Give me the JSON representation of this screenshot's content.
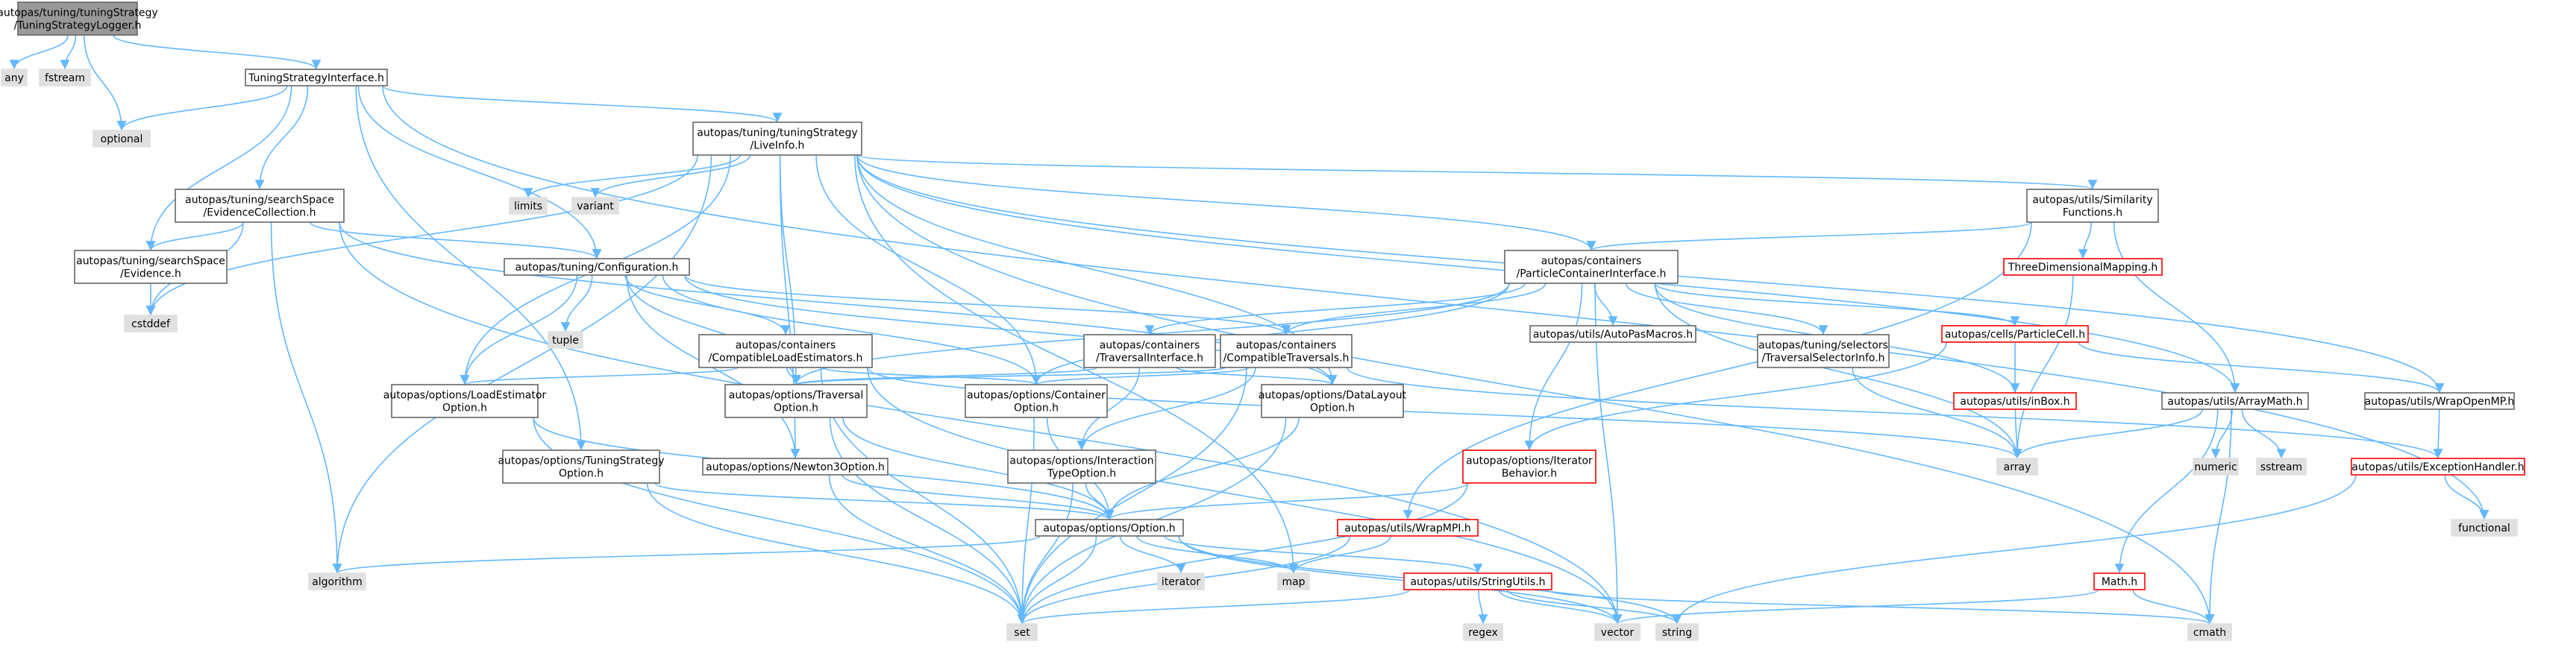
{
  "graph": {
    "title": "",
    "style": {
      "edge_color": "#63b8ff",
      "focus_fill": "#999999",
      "focus_stroke": "#666666",
      "file_fill": "#ffffff",
      "file_stroke": "#666666",
      "truncated_stroke": "#ff0000",
      "external_fill": "#e0e0e0",
      "external_stroke": "#e0e0e0"
    },
    "nodes": [
      {
        "id": "logger",
        "lines": [
          "autopas/tuning/tuningStrategy",
          "/TuningStrategyLogger.h"
        ],
        "kind": "focus"
      },
      {
        "id": "any",
        "lines": [
          "any"
        ],
        "kind": "external"
      },
      {
        "id": "fstream",
        "lines": [
          "fstream"
        ],
        "kind": "external"
      },
      {
        "id": "tsi",
        "lines": [
          "TuningStrategyInterface.h"
        ],
        "kind": "file"
      },
      {
        "id": "optional",
        "lines": [
          "optional"
        ],
        "kind": "external"
      },
      {
        "id": "liveinfo",
        "lines": [
          "autopas/tuning/tuningStrategy",
          "/LiveInfo.h"
        ],
        "kind": "file"
      },
      {
        "id": "evcoll",
        "lines": [
          "autopas/tuning/searchSpace",
          "/EvidenceCollection.h"
        ],
        "kind": "file"
      },
      {
        "id": "limits",
        "lines": [
          "limits"
        ],
        "kind": "external"
      },
      {
        "id": "variant",
        "lines": [
          "variant"
        ],
        "kind": "external"
      },
      {
        "id": "simfun",
        "lines": [
          "autopas/utils/Similarity",
          "Functions.h"
        ],
        "kind": "file"
      },
      {
        "id": "evidence",
        "lines": [
          "autopas/tuning/searchSpace",
          "/Evidence.h"
        ],
        "kind": "file"
      },
      {
        "id": "config",
        "lines": [
          "autopas/tuning/Configuration.h"
        ],
        "kind": "file"
      },
      {
        "id": "pci",
        "lines": [
          "autopas/containers",
          "/ParticleContainerInterface.h"
        ],
        "kind": "file"
      },
      {
        "id": "tdm",
        "lines": [
          "ThreeDimensionalMapping.h"
        ],
        "kind": "truncated"
      },
      {
        "id": "cstddef",
        "lines": [
          "cstddef"
        ],
        "kind": "external"
      },
      {
        "id": "tuple",
        "lines": [
          "tuple"
        ],
        "kind": "external"
      },
      {
        "id": "cle",
        "lines": [
          "autopas/containers",
          "/CompatibleLoadEstimators.h"
        ],
        "kind": "file"
      },
      {
        "id": "ti",
        "lines": [
          "autopas/containers",
          "/TraversalInterface.h"
        ],
        "kind": "file"
      },
      {
        "id": "ct",
        "lines": [
          "autopas/containers",
          "/CompatibleTraversals.h"
        ],
        "kind": "file"
      },
      {
        "id": "apm",
        "lines": [
          "autopas/utils/AutoPasMacros.h"
        ],
        "kind": "file"
      },
      {
        "id": "tsinfo",
        "lines": [
          "autopas/tuning/selectors",
          "/TraversalSelectorInfo.h"
        ],
        "kind": "file"
      },
      {
        "id": "pcell",
        "lines": [
          "autopas/cells/ParticleCell.h"
        ],
        "kind": "truncated"
      },
      {
        "id": "leo",
        "lines": [
          "autopas/options/LoadEstimator",
          "Option.h"
        ],
        "kind": "file"
      },
      {
        "id": "travopt",
        "lines": [
          "autopas/options/Traversal",
          "Option.h"
        ],
        "kind": "file"
      },
      {
        "id": "contopt",
        "lines": [
          "autopas/options/Container",
          "Option.h"
        ],
        "kind": "file"
      },
      {
        "id": "dlo",
        "lines": [
          "autopas/options/DataLayout",
          "Option.h"
        ],
        "kind": "file"
      },
      {
        "id": "inbox",
        "lines": [
          "autopas/utils/inBox.h"
        ],
        "kind": "truncated"
      },
      {
        "id": "arraymath",
        "lines": [
          "autopas/utils/ArrayMath.h"
        ],
        "kind": "file"
      },
      {
        "id": "wrapomp",
        "lines": [
          "autopas/utils/WrapOpenMP.h"
        ],
        "kind": "file"
      },
      {
        "id": "tso",
        "lines": [
          "autopas/options/TuningStrategy",
          "Option.h"
        ],
        "kind": "file"
      },
      {
        "id": "n3o",
        "lines": [
          "autopas/options/Newton3Option.h"
        ],
        "kind": "file"
      },
      {
        "id": "ito",
        "lines": [
          "autopas/options/Interaction",
          "TypeOption.h"
        ],
        "kind": "file"
      },
      {
        "id": "itb",
        "lines": [
          "autopas/options/Iterator",
          "Behavior.h"
        ],
        "kind": "truncated"
      },
      {
        "id": "array",
        "lines": [
          "array"
        ],
        "kind": "external"
      },
      {
        "id": "numeric",
        "lines": [
          "numeric"
        ],
        "kind": "external"
      },
      {
        "id": "sstream",
        "lines": [
          "sstream"
        ],
        "kind": "external"
      },
      {
        "id": "exh",
        "lines": [
          "autopas/utils/ExceptionHandler.h"
        ],
        "kind": "truncated"
      },
      {
        "id": "option",
        "lines": [
          "autopas/options/Option.h"
        ],
        "kind": "file"
      },
      {
        "id": "wrapmpi",
        "lines": [
          "autopas/utils/WrapMPI.h"
        ],
        "kind": "truncated"
      },
      {
        "id": "functional",
        "lines": [
          "functional"
        ],
        "kind": "external"
      },
      {
        "id": "algorithm",
        "lines": [
          "algorithm"
        ],
        "kind": "external"
      },
      {
        "id": "iterator",
        "lines": [
          "iterator"
        ],
        "kind": "external"
      },
      {
        "id": "map",
        "lines": [
          "map"
        ],
        "kind": "external"
      },
      {
        "id": "strutils",
        "lines": [
          "autopas/utils/StringUtils.h"
        ],
        "kind": "truncated"
      },
      {
        "id": "math",
        "lines": [
          "Math.h"
        ],
        "kind": "truncated"
      },
      {
        "id": "set",
        "lines": [
          "set"
        ],
        "kind": "external"
      },
      {
        "id": "regex",
        "lines": [
          "regex"
        ],
        "kind": "external"
      },
      {
        "id": "vector",
        "lines": [
          "vector"
        ],
        "kind": "external"
      },
      {
        "id": "string",
        "lines": [
          "string"
        ],
        "kind": "external"
      },
      {
        "id": "cmath",
        "lines": [
          "cmath"
        ],
        "kind": "external"
      }
    ],
    "edges": [
      [
        "logger",
        "any"
      ],
      [
        "logger",
        "fstream"
      ],
      [
        "logger",
        "tsi"
      ],
      [
        "logger",
        "optional"
      ],
      [
        "tsi",
        "optional"
      ],
      [
        "tsi",
        "liveinfo"
      ],
      [
        "tsi",
        "evcoll"
      ],
      [
        "tsi",
        "evidence"
      ],
      [
        "tsi",
        "config"
      ],
      [
        "tsi",
        "tso"
      ],
      [
        "tsi",
        "functional"
      ],
      [
        "liveinfo",
        "limits"
      ],
      [
        "liveinfo",
        "variant"
      ],
      [
        "liveinfo",
        "simfun"
      ],
      [
        "liveinfo",
        "pci"
      ],
      [
        "liveinfo",
        "cstddef"
      ],
      [
        "liveinfo",
        "leo"
      ],
      [
        "liveinfo",
        "travopt"
      ],
      [
        "liveinfo",
        "contopt"
      ],
      [
        "liveinfo",
        "dlo"
      ],
      [
        "liveinfo",
        "n3o"
      ],
      [
        "liveinfo",
        "arraymath"
      ],
      [
        "liveinfo",
        "wrapomp"
      ],
      [
        "liveinfo",
        "algorithm"
      ],
      [
        "liveinfo",
        "map"
      ],
      [
        "liveinfo",
        "cmath"
      ],
      [
        "evcoll",
        "evidence"
      ],
      [
        "evcoll",
        "config"
      ],
      [
        "evcoll",
        "cstddef"
      ],
      [
        "evcoll",
        "algorithm"
      ],
      [
        "evcoll",
        "vector"
      ],
      [
        "evcoll",
        "dlo"
      ],
      [
        "evidence",
        "cstddef"
      ],
      [
        "simfun",
        "pci"
      ],
      [
        "simfun",
        "tdm"
      ],
      [
        "simfun",
        "arraymath"
      ],
      [
        "simfun",
        "wrapmpi"
      ],
      [
        "tdm",
        "array"
      ],
      [
        "config",
        "tuple"
      ],
      [
        "config",
        "cle"
      ],
      [
        "config",
        "ct"
      ],
      [
        "config",
        "leo"
      ],
      [
        "config",
        "travopt"
      ],
      [
        "config",
        "contopt"
      ],
      [
        "config",
        "dlo"
      ],
      [
        "config",
        "n3o"
      ],
      [
        "pci",
        "ti"
      ],
      [
        "pci",
        "ct"
      ],
      [
        "pci",
        "apm"
      ],
      [
        "pci",
        "tsinfo"
      ],
      [
        "pci",
        "pcell"
      ],
      [
        "pci",
        "inbox"
      ],
      [
        "pci",
        "itb"
      ],
      [
        "pci",
        "travopt"
      ],
      [
        "pci",
        "contopt"
      ],
      [
        "pci",
        "array"
      ],
      [
        "pci",
        "vector"
      ],
      [
        "cle",
        "leo"
      ],
      [
        "cle",
        "travopt"
      ],
      [
        "cle",
        "contopt"
      ],
      [
        "cle",
        "array"
      ],
      [
        "cle",
        "set"
      ],
      [
        "cle",
        "vector"
      ],
      [
        "ti",
        "travopt"
      ],
      [
        "ti",
        "dlo"
      ],
      [
        "ti",
        "ito"
      ],
      [
        "ct",
        "travopt"
      ],
      [
        "ct",
        "contopt"
      ],
      [
        "ct",
        "ito"
      ],
      [
        "ct",
        "set"
      ],
      [
        "ct",
        "exh"
      ],
      [
        "tsinfo",
        "array"
      ],
      [
        "pcell",
        "inbox"
      ],
      [
        "pcell",
        "itb"
      ],
      [
        "pcell",
        "wrapomp"
      ],
      [
        "leo",
        "option"
      ],
      [
        "leo",
        "set"
      ],
      [
        "travopt",
        "option"
      ],
      [
        "travopt",
        "set"
      ],
      [
        "contopt",
        "option"
      ],
      [
        "contopt",
        "set"
      ],
      [
        "dlo",
        "option"
      ],
      [
        "dlo",
        "set"
      ],
      [
        "inbox",
        "array"
      ],
      [
        "arraymath",
        "array"
      ],
      [
        "arraymath",
        "numeric"
      ],
      [
        "arraymath",
        "sstream"
      ],
      [
        "arraymath",
        "math"
      ],
      [
        "arraymath",
        "cmath"
      ],
      [
        "wrapomp",
        "exh"
      ],
      [
        "tso",
        "option"
      ],
      [
        "tso",
        "set"
      ],
      [
        "n3o",
        "option"
      ],
      [
        "n3o",
        "set"
      ],
      [
        "ito",
        "option"
      ],
      [
        "ito",
        "set"
      ],
      [
        "itb",
        "option"
      ],
      [
        "itb",
        "set"
      ],
      [
        "exh",
        "functional"
      ],
      [
        "exh",
        "string"
      ],
      [
        "option",
        "algorithm"
      ],
      [
        "option",
        "iterator"
      ],
      [
        "option",
        "map"
      ],
      [
        "option",
        "strutils"
      ],
      [
        "option",
        "set"
      ],
      [
        "option",
        "vector"
      ],
      [
        "option",
        "string"
      ],
      [
        "wrapmpi",
        "map"
      ],
      [
        "wrapmpi",
        "set"
      ],
      [
        "strutils",
        "regex"
      ],
      [
        "strutils",
        "vector"
      ],
      [
        "strutils",
        "string"
      ],
      [
        "strutils",
        "cmath"
      ],
      [
        "strutils",
        "set"
      ],
      [
        "math",
        "cmath"
      ],
      [
        "math",
        "vector"
      ]
    ]
  }
}
